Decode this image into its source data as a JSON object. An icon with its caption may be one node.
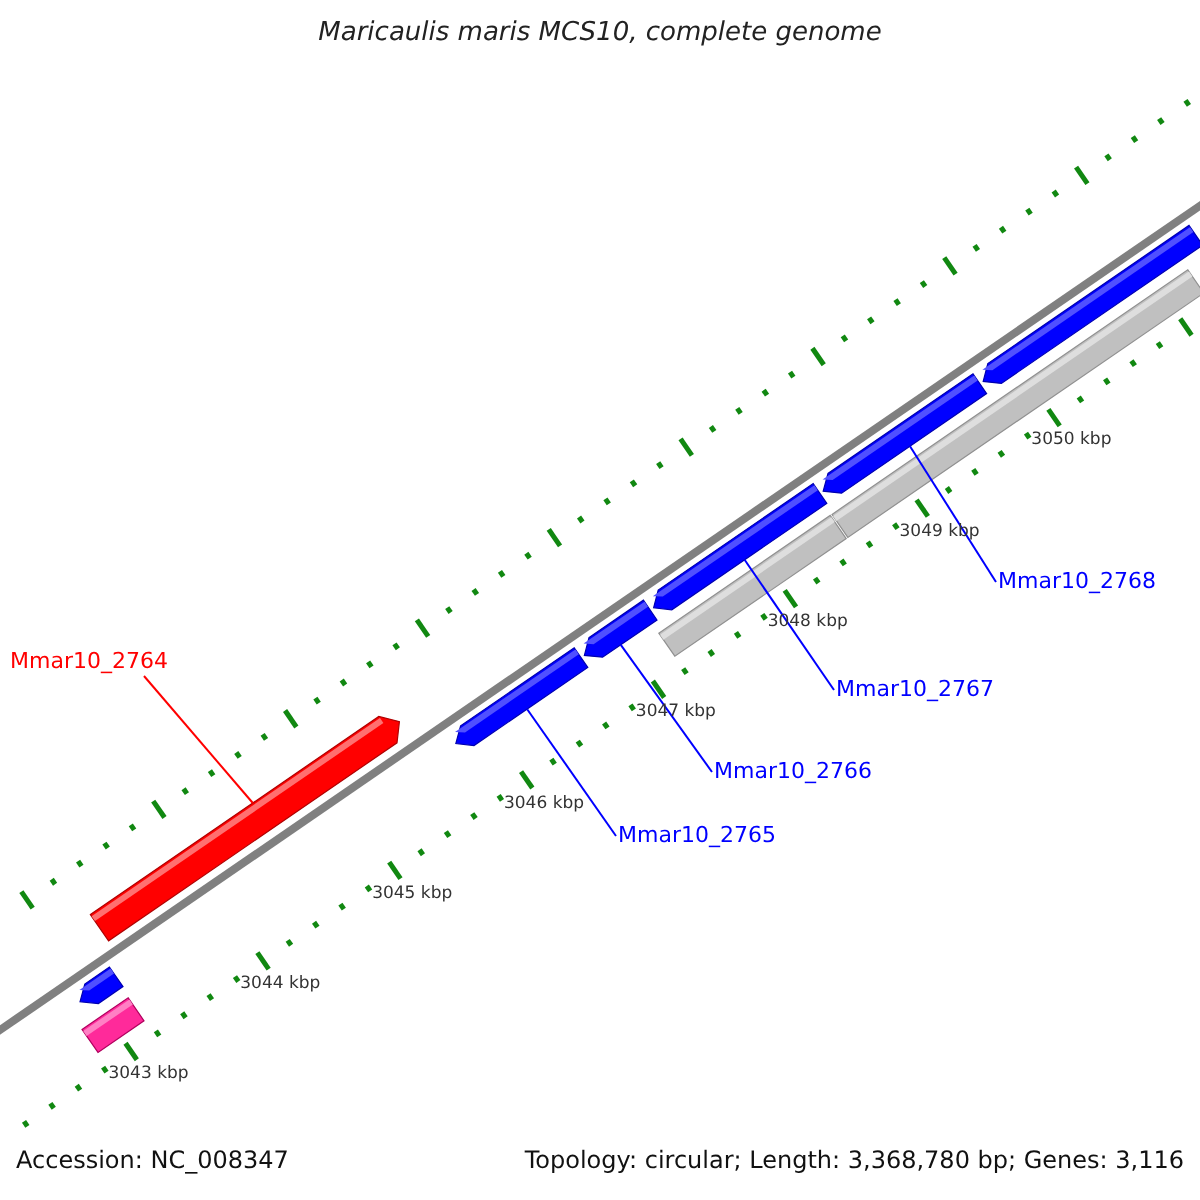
{
  "diagram": {
    "title": "Maricaulis maris MCS10, complete genome",
    "nodes": [
      {
        "text": [
          "Mmar10_2764"
        ]
      },
      {
        "text": [],
        "shape": "bar"
      },
      {
        "text": [],
        "shape": "bar"
      },
      {
        "text": [],
        "shape": "bar"
      },
      {
        "text": [],
        "shape": "bar"
      },
      {
        "text": [],
        "shape": "bar"
      },
      {
        "text": [],
        "shape": "bar"
      },
      {
        "text": [],
        "shape": "bar"
      },
      {
        "text": [],
        "shape": "bar"
      },
      {
        "text": [],
        "shape": "bar"
      },
      {
        "text": [],
        "shape": "bar"
      },
      {
        "text": [
          "Mmar10_2765"
        ]
      },
      {
        "text": [
          "Mmar10_2766"
        ]
      },
      {
        "text": [
          "Mmar10_2767"
        ]
      },
      {
        "text": [
          "Mmar10_2768"
        ]
      }
    ],
    "edges": [
      {
        "from": 0,
        "to": 3,
        "arrow": "none",
        "color": "#ff0000"
      },
      {
        "from": 11,
        "to": 4,
        "arrow": "none"
      },
      {
        "from": 12,
        "to": 5,
        "arrow": "none"
      },
      {
        "from": 13,
        "to": 6,
        "arrow": "none"
      },
      {
        "from": 14,
        "to": 7,
        "arrow": "none"
      }
    ],
    "labels": [
      "3043 kbp",
      "3044 kbp",
      "3045 kbp",
      "3046 kbp",
      "3047 kbp",
      "3048 kbp",
      "3049 kbp",
      "3050 kbp",
      "Accession: NC_008347",
      "Topology: circular; Length: 3,368,780 bp; Genes: 3,116"
    ]
  }
}
